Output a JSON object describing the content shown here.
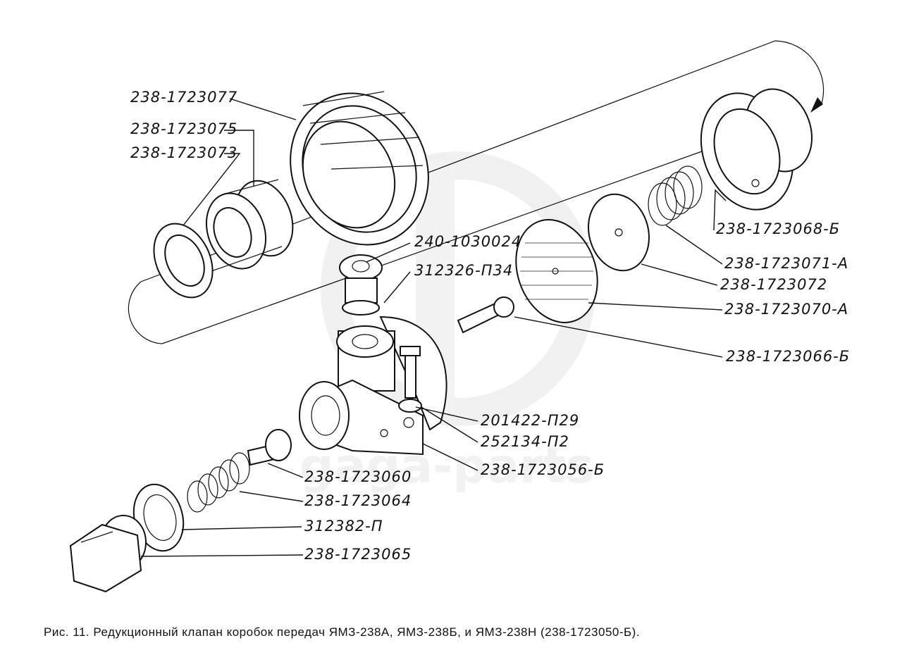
{
  "watermark": {
    "text": "gaga-parts"
  },
  "labels": {
    "p077": "238-1723077",
    "p075": "238-1723075",
    "p073": "238-1723073",
    "p024": "240-1030024",
    "p326": "312326-П34",
    "p068": "238-1723068-Б",
    "p071": "238-1723071-А",
    "p072": "238-1723072",
    "p070": "238-1723070-А",
    "p066": "238-1723066-Б",
    "p422": "201422-П29",
    "p134": "252134-П2",
    "p056": "238-1723056-Б",
    "p060": "238-1723060",
    "p064": "238-1723064",
    "p382": "312382-П",
    "p065": "238-1723065"
  },
  "caption": "Рис. 11. Редукционный клапан коробок передач ЯМЗ-238А, ЯМЗ-238Б, и ЯМЗ-238Н (238-1723050-Б)."
}
